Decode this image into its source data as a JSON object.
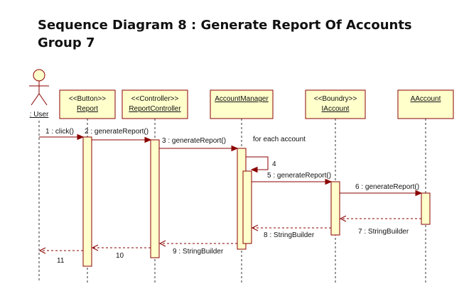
{
  "title": {
    "line1": "Sequence Diagram 8 : Generate Report Of Accounts",
    "line2": "Group 7"
  },
  "actor": {
    "label": ": User"
  },
  "lifelines": [
    {
      "stereotype": "<<Button>>",
      "name": "Report"
    },
    {
      "stereotype": "<<Controller>>",
      "name": "ReportController"
    },
    {
      "stereotype": "",
      "name": "AccountManager"
    },
    {
      "stereotype": "<<Boundry>>",
      "name": "IAccount"
    },
    {
      "stereotype": "",
      "name": "AAccount"
    }
  ],
  "messages": {
    "m1": "1 : click()",
    "m2": "2 : generateReport()",
    "m3": "3 : generateReport()",
    "loop_note": "for each account",
    "m4": "4",
    "m5": "5 : generateReport()",
    "m6": "6 : generateReport()",
    "m7": "7 : StringBuilder",
    "m8": "8 : StringBuilder",
    "m9": "9 : StringBuilder",
    "m10": "10",
    "m11": "11"
  },
  "colors": {
    "box_fill": "#ffffcc",
    "border": "#8b0000",
    "link_text": "#1a1a8c"
  }
}
